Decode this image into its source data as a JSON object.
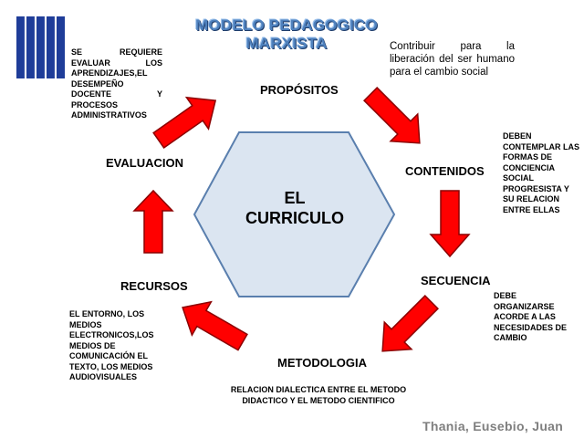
{
  "title": {
    "line1": "MODELO PEDAGOGICO",
    "line2": "MARXISTA"
  },
  "center": {
    "line1": "EL",
    "line2": "CURRICULO"
  },
  "nodes": {
    "propositos": "PROPÓSITOS",
    "contenidos": "CONTENIDOS",
    "secuencia": "SECUENCIA",
    "metodologia": "METODOLOGIA",
    "recursos": "RECURSOS",
    "evaluacion": "EVALUACION"
  },
  "notes": {
    "propositos": "Contribuir para la liberación del ser humano para el cambio social",
    "contenidos": "DEBEN CONTEMPLAR LAS FORMAS DE CONCIENCIA SOCIAL PROGRESISTA Y SU RELACION ENTRE ELLAS",
    "secuencia": "DEBE ORGANIZARSE ACORDE A LAS NECESIDADES DE CAMBIO",
    "metodologia_line1": "RELACION DIALECTICA ENTRE EL METODO",
    "metodologia_line2": "DIDACTICO Y EL METODO CIENTIFICO",
    "recursos": "EL ENTORNO, LOS MEDIOS ELECTRONICOS,LOS MEDIOS DE COMUNICACIÓN EL TEXTO, LOS MEDIOS AUDIOVISUALES",
    "evaluacion": "SE REQUIERE EVALUAR LOS APRENDIZAJES,EL DESEMPEÑO DOCENTE Y PROCESOS ADMINISTRATIVOS"
  },
  "credit": "Thania, Eusebio, Juan",
  "colors": {
    "arrow_fill": "#ff0000",
    "arrow_stroke": "#8b0000",
    "hexagon_fill": "#dbe5f1",
    "hexagon_stroke": "#5a7fae",
    "title": "#4f81bd",
    "logo": "#1f3d99"
  },
  "icons": [
    "books-logo-icon"
  ]
}
